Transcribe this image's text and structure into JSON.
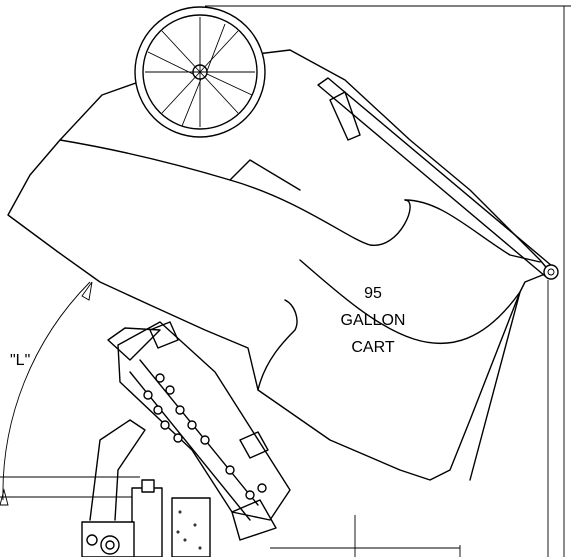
{
  "cart_label": {
    "line1": "95",
    "line2": "GALLON",
    "line3": "CART"
  },
  "dimension_label": "\"L\""
}
